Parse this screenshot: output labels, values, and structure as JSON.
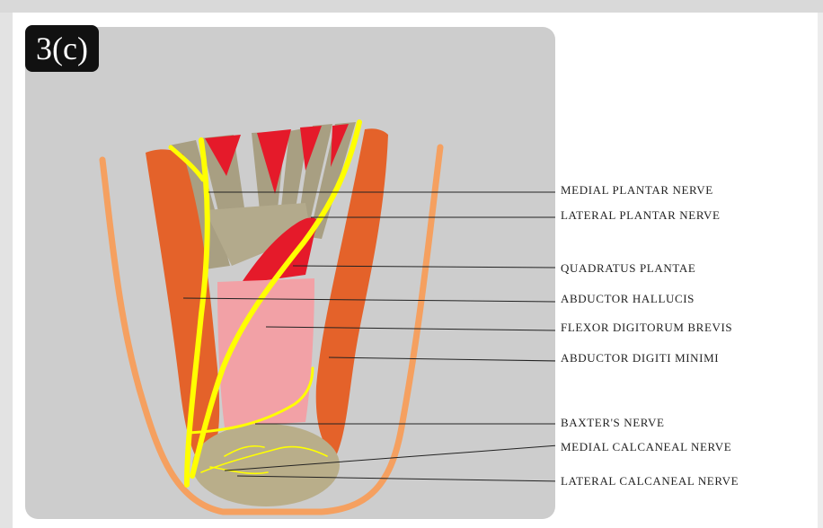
{
  "panel_label": "3(c)",
  "labels": [
    "MEDIAL PLANTAR NERVE",
    "LATERAL PLANTAR NERVE",
    "QUADRATUS PLANTAE",
    "ABDUCTOR HALLUCIS",
    "FLEXOR DIGITORUM BREVIS",
    "ABDUCTOR DIGITI MINIMI",
    "BAXTER'S NERVE",
    "MEDIAL CALCANEAL NERVE",
    "LATERAL CALCANEAL NERVE"
  ],
  "colors": {
    "background_paper": "#cfcfcf",
    "outline": "#f5a060",
    "abductor_muscle": "#e4622a",
    "tendon": "#a89f82",
    "quadratus": "#e51a2a",
    "flexor_digitorum": "#f2a1a6",
    "nerve": "#ffff00",
    "calcaneal_pad": "#b9ae8a"
  }
}
